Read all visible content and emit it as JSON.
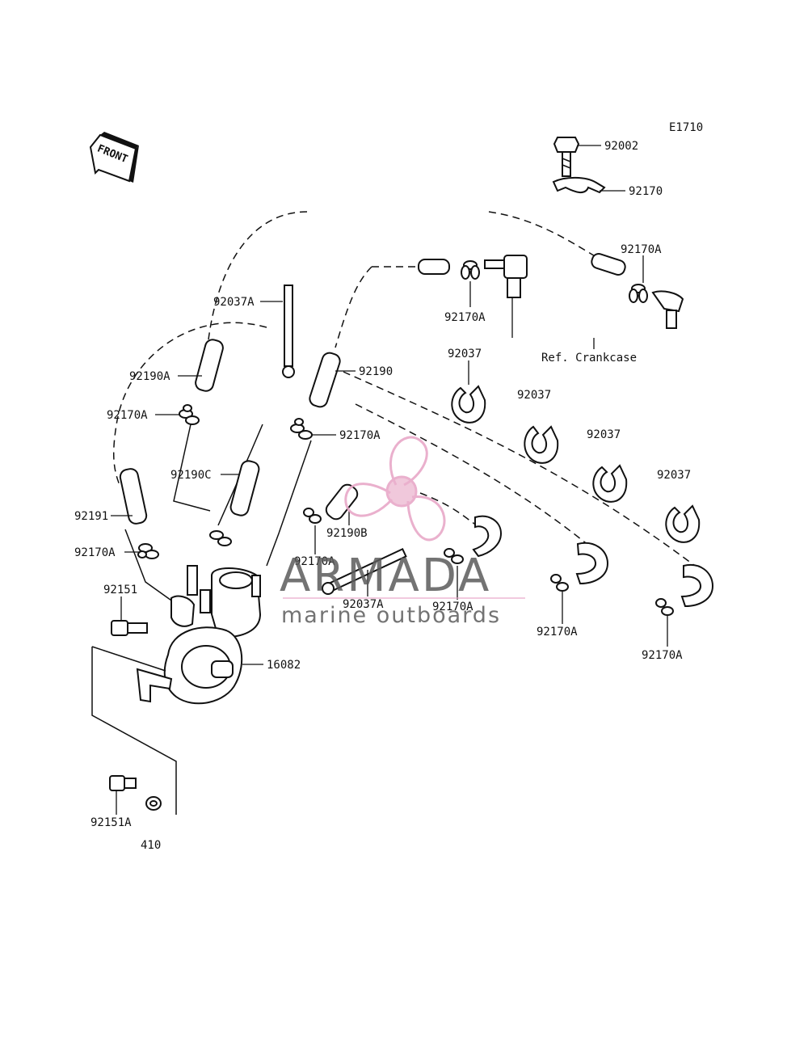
{
  "diagram_code": "E1710",
  "front_label": "FRONT",
  "reference_label": "Ref. Crankcase",
  "watermark": {
    "brand": "ARMADA",
    "tagline": "marine outboards",
    "logo_color": "#e8a8c8",
    "text_color": "#5a5a5a"
  },
  "parts": {
    "p92002": "92002",
    "p92170": "92170",
    "p92170A_top_right": "92170A",
    "p92037A_top": "92037A",
    "p92170A_top_mid": "92170A",
    "p92037_a": "92037",
    "p92190A": "92190A",
    "p92190": "92190",
    "p92037_b": "92037",
    "p92170A_left": "92170A",
    "p92170A_center": "92170A",
    "p92037_c": "92037",
    "p92190C": "92190C",
    "p92037_d": "92037",
    "p92191": "92191",
    "p92190B": "92190B",
    "p92170A_left2": "92170A",
    "p92170A_mid": "92170A",
    "p92151": "92151",
    "p92037A_mid": "92037A",
    "p92170A_mid2": "92170A",
    "p92170A_bot1": "92170A",
    "p92170A_bot2": "92170A",
    "p16082": "16082",
    "p92151A": "92151A",
    "p410": "410"
  }
}
